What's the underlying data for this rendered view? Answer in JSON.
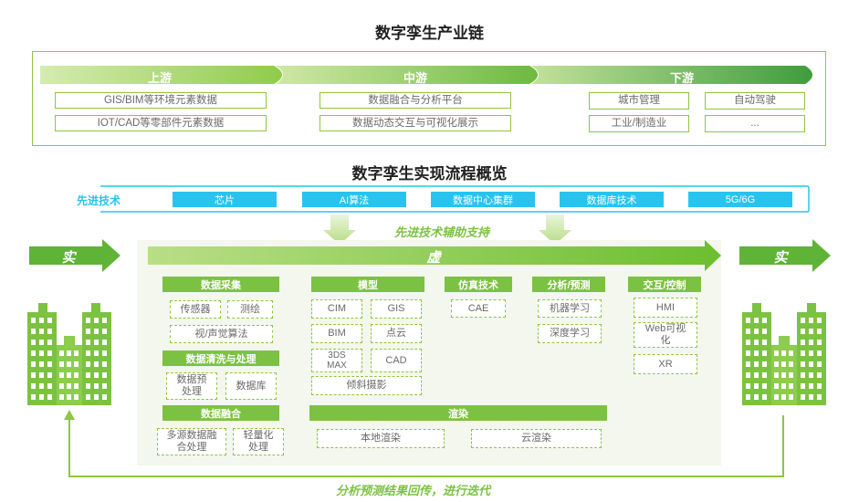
{
  "industry_chain": {
    "title": "数字孪生产业链",
    "stages": [
      {
        "label": "上游",
        "items": [
          "GIS/BIM等环境元素数据",
          "IOT/CAD等零部件元素数据"
        ]
      },
      {
        "label": "中游",
        "items": [
          "数据融合与分析平台",
          "数据动态交互与可视化展示"
        ]
      },
      {
        "label": "下游",
        "items": [
          "城市管理",
          "自动驾驶",
          "工业/制造业",
          "..."
        ]
      }
    ]
  },
  "process": {
    "title": "数字孪生实现流程概览",
    "advanced_tech": {
      "label": "先进技术",
      "items": [
        "芯片",
        "AI算法",
        "数据中心集群",
        "数据库技术",
        "5G/6G"
      ]
    },
    "support_note": "先进技术辅助支持",
    "real_left": "实",
    "virtual": "虚",
    "real_right": "实",
    "feedback_note": "分析预测结果回传，进行迭代",
    "columns": {
      "data_collection": {
        "title": "数据采集",
        "items": [
          "传感器",
          "测绘",
          "视/声觉算法"
        ]
      },
      "data_cleaning": {
        "title": "数据清洗与处理",
        "items": [
          "数据预处理",
          "数据库"
        ]
      },
      "data_fusion": {
        "title": "数据融合",
        "items": [
          "多源数据融合处理",
          "轻量化处理"
        ]
      },
      "model": {
        "title": "模型",
        "items": [
          "CIM",
          "GIS",
          "BIM",
          "点云",
          "3DS MAX",
          "CAD",
          "倾斜摄影"
        ]
      },
      "render": {
        "title": "渲染",
        "items": [
          "本地渲染",
          "云渲染"
        ]
      },
      "simulation": {
        "title": "仿真技术",
        "items": [
          "CAE"
        ]
      },
      "analysis": {
        "title": "分析/预测",
        "items": [
          "机器学习",
          "深度学习"
        ]
      },
      "interaction": {
        "title": "交互/控制",
        "items": [
          "HMI",
          "Web可视化",
          "XR"
        ]
      }
    }
  },
  "colors": {
    "green": "#7cc242",
    "light_green": "#c5e49a",
    "dark_green": "#3e9a3a",
    "cyan": "#29c3f0"
  }
}
